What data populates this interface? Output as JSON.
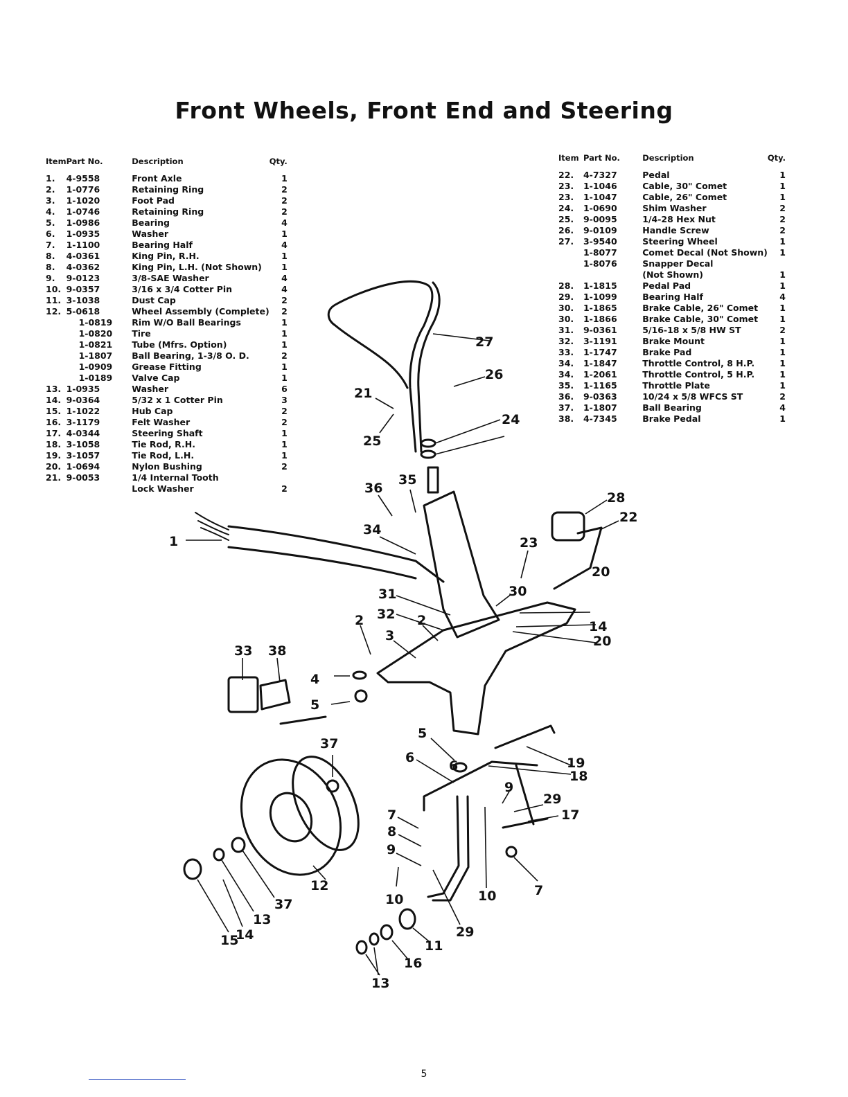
{
  "title": "Front Wheels, Front End and Steering",
  "headers": {
    "item": "Item",
    "part_no": "Part No.",
    "description": "Description",
    "qty": "Qty."
  },
  "left_parts": [
    {
      "item": "1.",
      "part": "4-9558",
      "desc": "Front Axle",
      "qty": "1"
    },
    {
      "item": "2.",
      "part": "1-0776",
      "desc": "Retaining Ring",
      "qty": "2"
    },
    {
      "item": "3.",
      "part": "1-1020",
      "desc": "Foot Pad",
      "qty": "2"
    },
    {
      "item": "4.",
      "part": "1-0746",
      "desc": "Retaining Ring",
      "qty": "2"
    },
    {
      "item": "5.",
      "part": "1-0986",
      "desc": "Bearing",
      "qty": "4"
    },
    {
      "item": "6.",
      "part": "1-0935",
      "desc": "Washer",
      "qty": "1"
    },
    {
      "item": "7.",
      "part": "1-1100",
      "desc": "Bearing Half",
      "qty": "4"
    },
    {
      "item": "8.",
      "part": "4-0361",
      "desc": "King Pin, R.H.",
      "qty": "1"
    },
    {
      "item": "8.",
      "part": "4-0362",
      "desc": "King Pin, L.H. (Not Shown)",
      "qty": "1"
    },
    {
      "item": "9.",
      "part": "9-0123",
      "desc": "3/8-SAE Washer",
      "qty": "4"
    },
    {
      "item": "10.",
      "part": "9-0357",
      "desc": "3/16 x 3/4 Cotter Pin",
      "qty": "4"
    },
    {
      "item": "11.",
      "part": "3-1038",
      "desc": "Dust Cap",
      "qty": "2"
    },
    {
      "item": "12.",
      "part": "5-0618",
      "desc": "Wheel Assembly (Complete)",
      "qty": "2"
    },
    {
      "item": "",
      "part": "1-0819",
      "desc": "Rim W/O Ball Bearings",
      "qty": "1",
      "sub": true
    },
    {
      "item": "",
      "part": "1-0820",
      "desc": "Tire",
      "qty": "1",
      "sub": true
    },
    {
      "item": "",
      "part": "1-0821",
      "desc": "Tube (Mfrs. Option)",
      "qty": "1",
      "sub": true
    },
    {
      "item": "",
      "part": "1-1807",
      "desc": "Ball Bearing, 1-3/8 O. D.",
      "qty": "2",
      "sub": true
    },
    {
      "item": "",
      "part": "1-0909",
      "desc": "Grease Fitting",
      "qty": "1",
      "sub": true
    },
    {
      "item": "",
      "part": "1-0189",
      "desc": "Valve Cap",
      "qty": "1",
      "sub": true
    },
    {
      "item": "13.",
      "part": "1-0935",
      "desc": "Washer",
      "qty": "6"
    },
    {
      "item": "14.",
      "part": "9-0364",
      "desc": "5/32 x 1 Cotter Pin",
      "qty": "3"
    },
    {
      "item": "15.",
      "part": "1-1022",
      "desc": "Hub Cap",
      "qty": "2"
    },
    {
      "item": "16.",
      "part": "3-1179",
      "desc": "Felt Washer",
      "qty": "2"
    },
    {
      "item": "17.",
      "part": "4-0344",
      "desc": "Steering Shaft",
      "qty": "1"
    },
    {
      "item": "18.",
      "part": "3-1058",
      "desc": "Tie Rod, R.H.",
      "qty": "1"
    },
    {
      "item": "19.",
      "part": "3-1057",
      "desc": "Tie Rod, L.H.",
      "qty": "1"
    },
    {
      "item": "20.",
      "part": "1-0694",
      "desc": "Nylon Bushing",
      "qty": "2"
    },
    {
      "item": "21.",
      "part": "9-0053",
      "desc": "1/4 Internal Tooth",
      "qty": ""
    },
    {
      "item": "",
      "part": "",
      "desc": "Lock Washer",
      "qty": "2"
    }
  ],
  "right_parts": [
    {
      "item": "22.",
      "part": "4-7327",
      "desc": "Pedal",
      "qty": "1"
    },
    {
      "item": "23.",
      "part": "1-1046",
      "desc": "Cable, 30\" Comet",
      "qty": "1"
    },
    {
      "item": "23.",
      "part": "1-1047",
      "desc": "Cable, 26\" Comet",
      "qty": "1"
    },
    {
      "item": "24.",
      "part": "1-0690",
      "desc": "Shim Washer",
      "qty": "2"
    },
    {
      "item": "25.",
      "part": "9-0095",
      "desc": "1/4-28 Hex Nut",
      "qty": "2"
    },
    {
      "item": "26.",
      "part": "9-0109",
      "desc": "Handle Screw",
      "qty": "2"
    },
    {
      "item": "27.",
      "part": "3-9540",
      "desc": "Steering Wheel",
      "qty": "1"
    },
    {
      "item": "",
      "part": "1-8077",
      "desc": "Comet Decal (Not Shown)",
      "qty": "1"
    },
    {
      "item": "",
      "part": "1-8076",
      "desc": "Snapper Decal",
      "qty": ""
    },
    {
      "item": "",
      "part": "",
      "desc": "(Not Shown)",
      "qty": "1"
    },
    {
      "item": "28.",
      "part": "1-1815",
      "desc": "Pedal Pad",
      "qty": "1"
    },
    {
      "item": "29.",
      "part": "1-1099",
      "desc": "Bearing Half",
      "qty": "4"
    },
    {
      "item": "30.",
      "part": "1-1865",
      "desc": "Brake Cable, 26\" Comet",
      "qty": "1"
    },
    {
      "item": "30.",
      "part": "1-1866",
      "desc": "Brake Cable, 30\" Comet",
      "qty": "1"
    },
    {
      "item": "31.",
      "part": "9-0361",
      "desc": "5/16-18 x 5/8 HW ST",
      "qty": "2"
    },
    {
      "item": "32.",
      "part": "3-1191",
      "desc": "Brake Mount",
      "qty": "1"
    },
    {
      "item": "33.",
      "part": "1-1747",
      "desc": "Brake Pad",
      "qty": "1"
    },
    {
      "item": "34.",
      "part": "1-1847",
      "desc": "Throttle Control, 8 H.P.",
      "qty": "1"
    },
    {
      "item": "34.",
      "part": "1-2061",
      "desc": "Throttle Control, 5 H.P.",
      "qty": "1"
    },
    {
      "item": "35.",
      "part": "1-1165",
      "desc": "Throttle Plate",
      "qty": "1"
    },
    {
      "item": "36.",
      "part": "9-0363",
      "desc": "10/24 x 5/8 WFCS ST",
      "qty": "2"
    },
    {
      "item": "37.",
      "part": "1-1807",
      "desc": "Ball Bearing",
      "qty": "4"
    },
    {
      "item": "38.",
      "part": "4-7345",
      "desc": "Brake Pedal",
      "qty": "1"
    }
  ],
  "diagram_callouts": [
    "1",
    "2",
    "2",
    "3",
    "4",
    "5",
    "5",
    "6",
    "6",
    "7",
    "7",
    "8",
    "9",
    "9",
    "10",
    "10",
    "11",
    "12",
    "13",
    "13",
    "14",
    "14",
    "15",
    "16",
    "17",
    "18",
    "19",
    "20",
    "20",
    "21",
    "22",
    "23",
    "24",
    "25",
    "26",
    "27",
    "28",
    "29",
    "29",
    "30",
    "31",
    "32",
    "33",
    "34",
    "35",
    "36",
    "37",
    "37",
    "38"
  ],
  "page_number": "5"
}
